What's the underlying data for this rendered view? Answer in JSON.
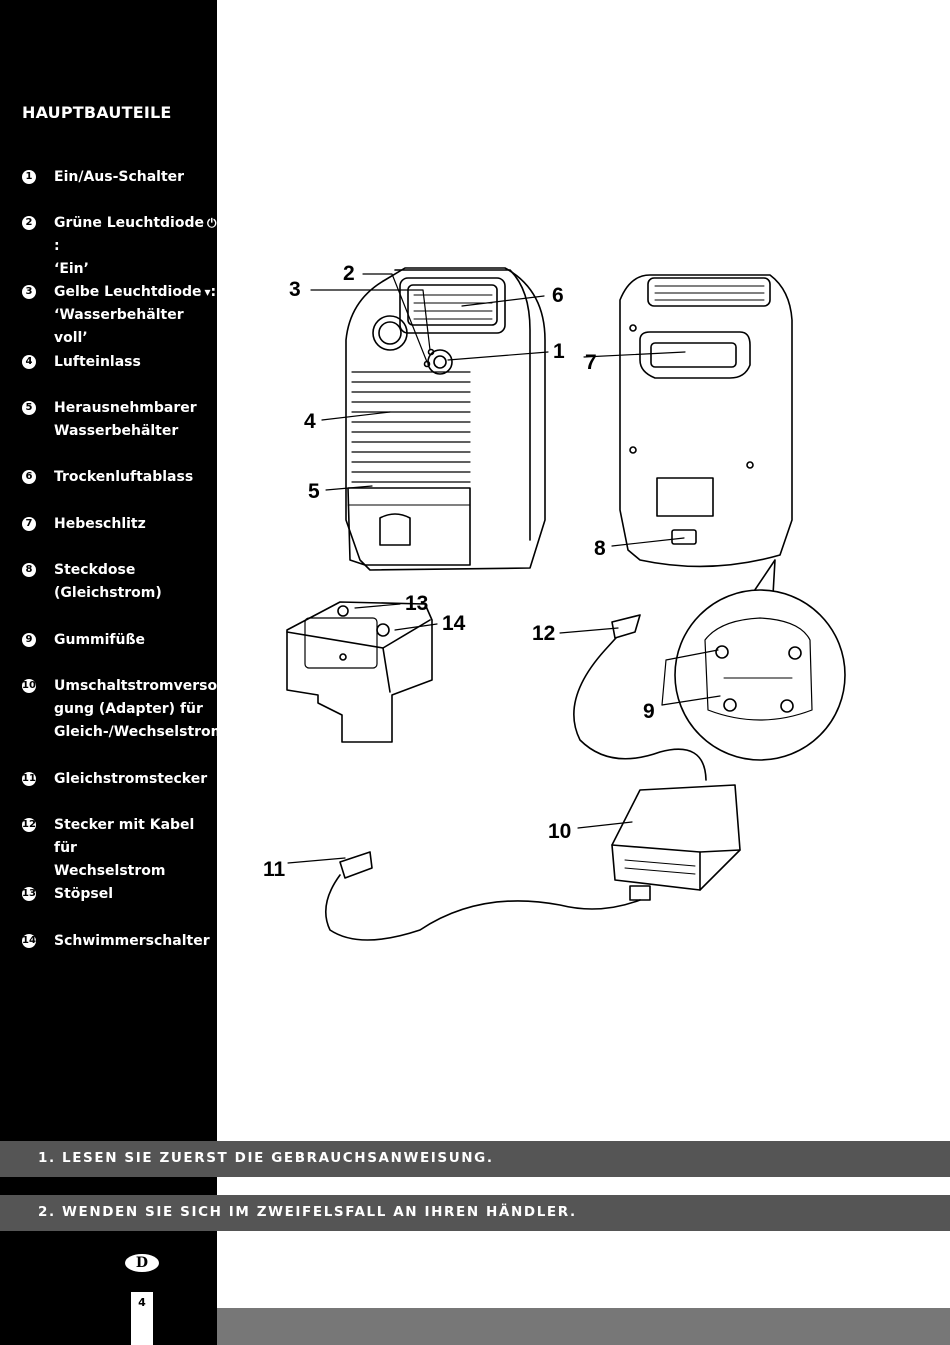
{
  "sidebar": {
    "title": "HAUPTBAUTEILE",
    "items": [
      {
        "num": "1",
        "label": "Ein/Aus-Schalter"
      },
      {
        "num": "2",
        "label": "Grüne Leuchtdiode",
        "icon": "power-icon",
        "glyph": "⏻",
        "suffix": ":",
        "line2": "‘Ein’"
      },
      {
        "num": "3",
        "label": "Gelbe Leuchtdiode",
        "icon": "water-tank-icon",
        "glyph": "▾",
        "suffix": ":",
        "line2": "‘Wasserbehälter voll’"
      },
      {
        "num": "4",
        "label": "Lufteinlass"
      },
      {
        "num": "5",
        "label": "Herausnehmbarer",
        "line2": "Wasserbehälter"
      },
      {
        "num": "6",
        "label": "Trockenluftablass"
      },
      {
        "num": "7",
        "label": "Hebeschlitz"
      },
      {
        "num": "8",
        "label": "Steckdose",
        "line2": "(Gleichstrom)"
      },
      {
        "num": "9",
        "label": "Gummifüße"
      },
      {
        "num": "10",
        "label": "Umschaltstromversor-",
        "line2": "gung (Adapter) für",
        "line3": "Gleich-/Wechselstrom"
      },
      {
        "num": "11",
        "label": "Gleichstromstecker"
      },
      {
        "num": "12",
        "label": "Stecker mit Kabel für",
        "line2": "Wechselstrom"
      },
      {
        "num": "13",
        "label": "Stöpsel"
      },
      {
        "num": "14",
        "label": "Schwimmerschalter"
      }
    ]
  },
  "figure": {
    "callouts": [
      "1",
      "2",
      "3",
      "4",
      "5",
      "6",
      "7",
      "8",
      "9",
      "10",
      "11",
      "12",
      "13",
      "14"
    ]
  },
  "banners": {
    "first": "1. LESEN SIE ZUERST DIE GEBRAUCHSANWEISUNG.",
    "second": "2. WENDEN SIE SICH IM ZWEIFELSFALL AN IHREN HÄNDLER."
  },
  "footer": {
    "language_badge": "D",
    "page_number": "4"
  }
}
